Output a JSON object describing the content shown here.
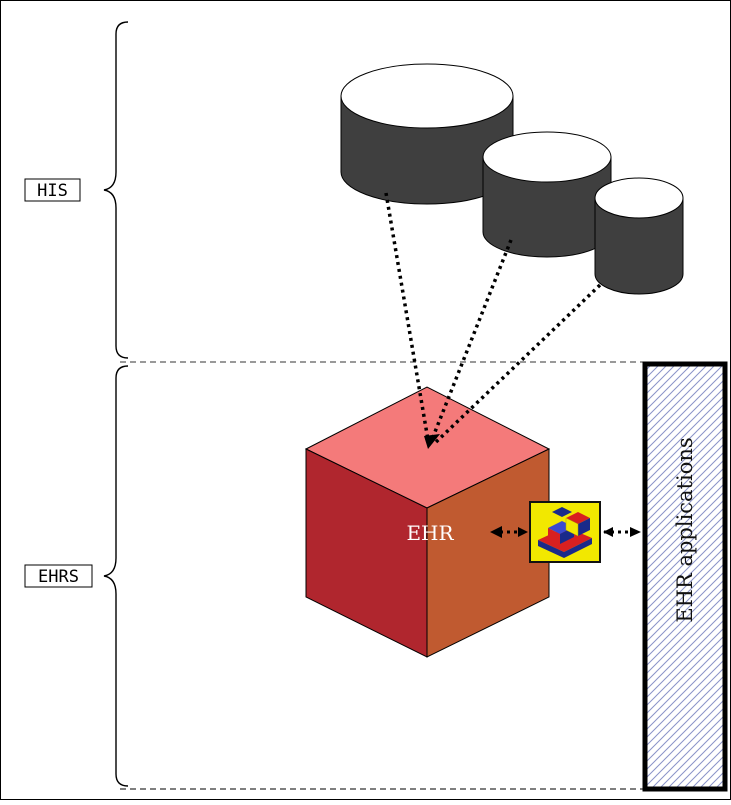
{
  "labels": {
    "his": "HIS",
    "ehrs": "EHRS",
    "ehr": "EHR",
    "ehr_applications": "EHR applications"
  },
  "colors": {
    "database_body": "#3f3f3f",
    "database_top": "#ffffff",
    "cube_top": "#f47a7a",
    "cube_left": "#b0262e",
    "cube_right": "#c05a30",
    "icon_border": "#111111",
    "icon_fill": "#f2e800",
    "hatch": "#8a93c8",
    "text_on_cube": "#ffffff"
  },
  "icons": {
    "databases": "database-cylinder",
    "cube": "ehr-cube",
    "interface": "lego-blocks-icon"
  }
}
